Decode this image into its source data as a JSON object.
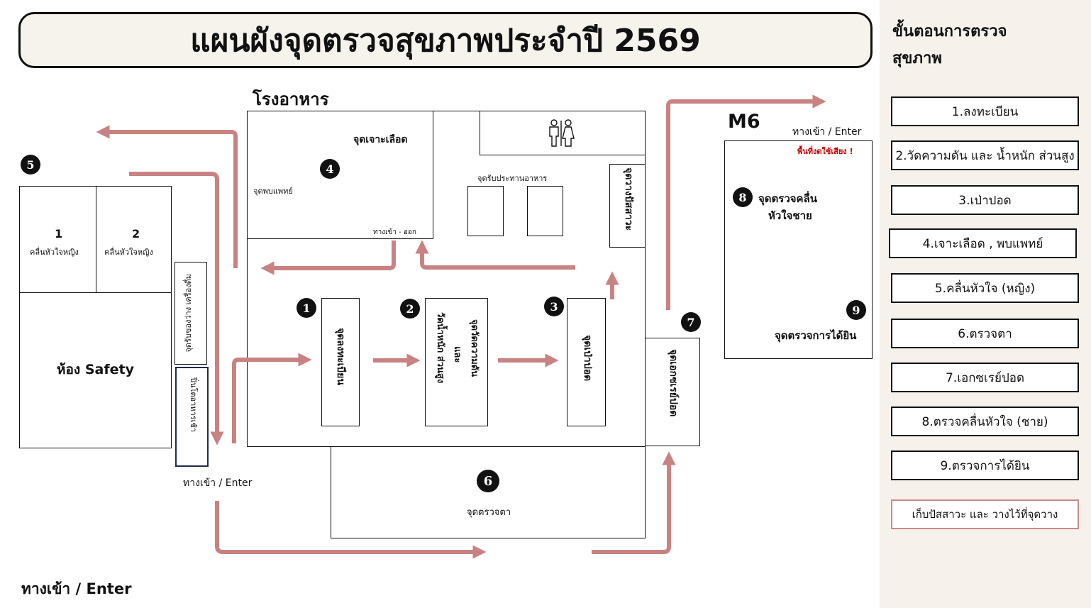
{
  "title": "แผนผังจุดตรวจสุขภาพประจำปี 2569",
  "sidebar": {
    "heading_line1": "ขั้นตอนการตรวจ",
    "heading_line2": "สุขภาพ",
    "steps": [
      "1.ลงทะเบียน",
      "2.วัดความดัน และ น้ำหนัก ส่วนสูง",
      "3.เป่าปอด",
      "4.เจาะเลือด , พบแพทย์",
      "5.คลื่นหัวใจ (หญิง)",
      "6.ตรวจตา",
      "7.เอกซเรย์ปอด",
      "8.ตรวจคลื่นหัวใจ (ชาย)",
      "9.ตรวจการได้ยิน"
    ],
    "note": "เก็บปัสสาวะ และ วางไว้ที่จุดวาง"
  },
  "map": {
    "canteen": "โรงอาหาร",
    "blood_point": "จุดเจาะเลือด",
    "doctor_point": "จุดพบแพทย์",
    "in_out": "ทางเข้า - ออก",
    "dining_point": "จุดรับประทานอาหาร",
    "urine_point": "จุดวางปัสสาวะ",
    "register_point": "จุดลงทะเบียน",
    "bp_point_line1": "จุดวัดความดัน",
    "bp_point_line2": "และ",
    "bp_point_line3": "วัดน้ำหนัก ส่วนสูง",
    "lung_point": "จุดเป่าปอด",
    "xray_point": "จุดเอกซเรย์ปอด",
    "eye_point": "จุดตรวจตา",
    "safety_room": "ห้อง Safety",
    "room1_num": "1",
    "room1_label": "คลื่นหัวใจหญิง",
    "room2_num": "2",
    "room2_label": "คลื่นหัวใจหญิง",
    "snack_point": "จุดรับของว่าง เครื่องดื่ม",
    "breakfast_point": "ปิ่นโตอาหารเช้า",
    "m6": "M6",
    "quiet": "พื้นที่งดใช้เสียง !",
    "ekg_male_line1": "จุดตรวจคลื่น",
    "ekg_male_line2": "หัวใจชาย",
    "hearing_point": "จุดตรวจการได้ยิน",
    "enter_m6": "ทางเข้า / Enter",
    "enter_left": "ทางเข้า / Enter",
    "enter_main": "ทางเข้า / Enter",
    "numbers": [
      "1",
      "2",
      "3",
      "4",
      "5",
      "6",
      "7",
      "8",
      "9"
    ]
  },
  "colors": {
    "arrow": "#c98282",
    "sidebar_bg": "#f6f1eb",
    "title_bg": "#f6f2ec",
    "note_border": "#c98a8a",
    "quiet_text": "#c00000"
  }
}
